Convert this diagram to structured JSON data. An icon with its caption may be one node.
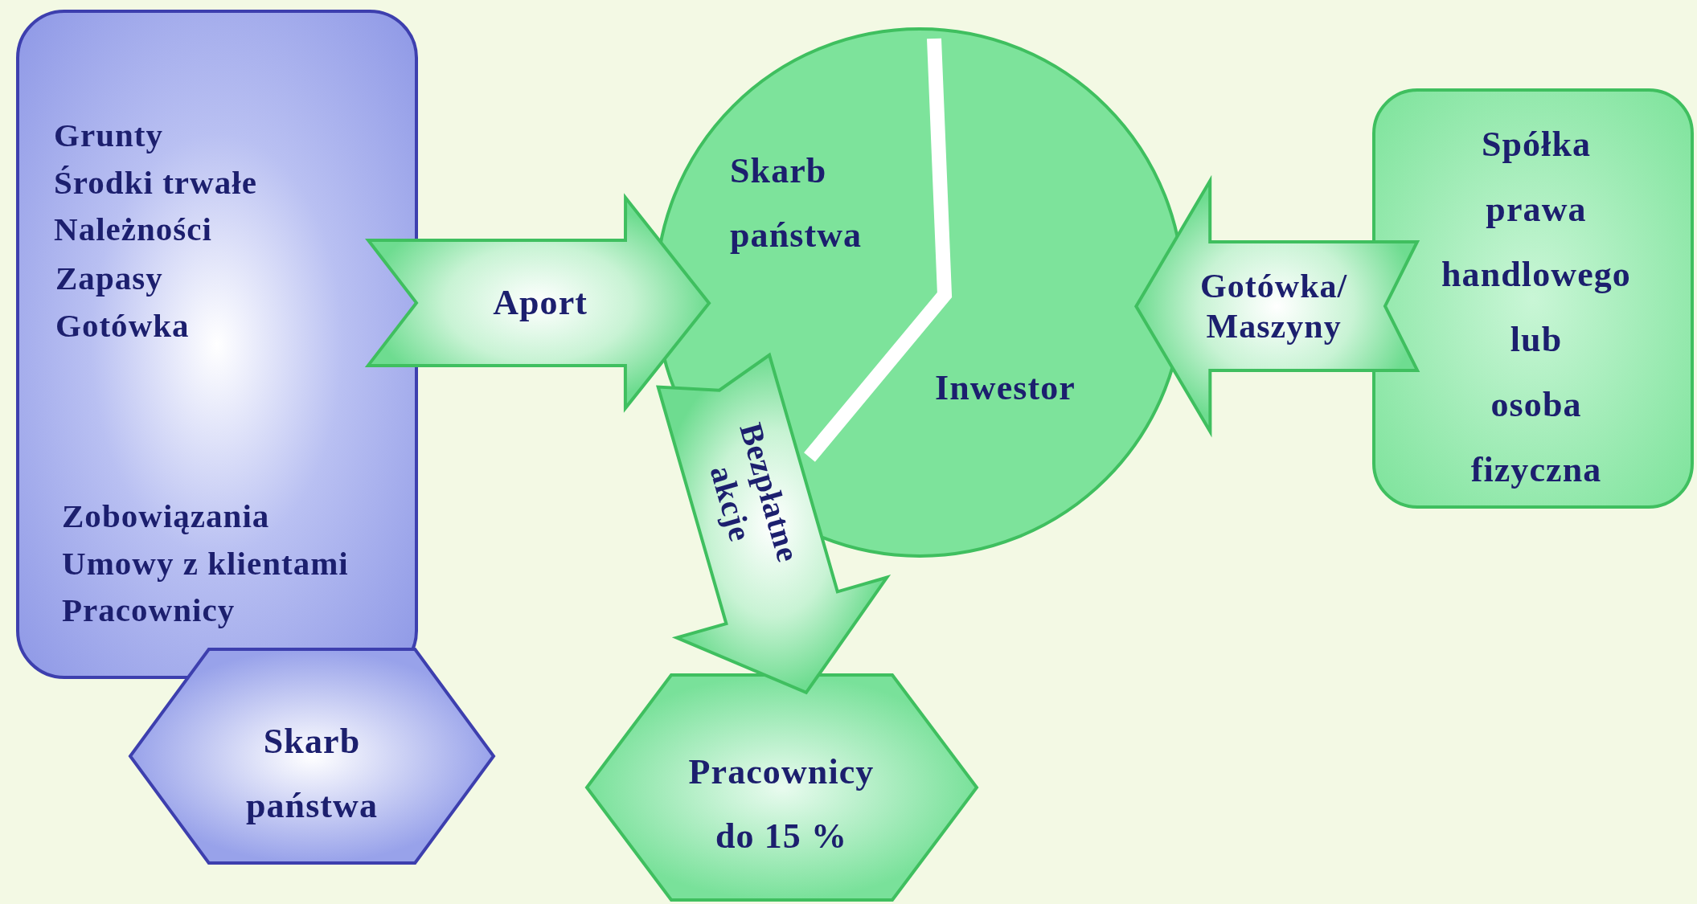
{
  "diagram": {
    "nodes": [
      {
        "text": [
          "Grunty",
          "Środki trwałe",
          "Należności",
          "Zapasy",
          "Gotówka",
          "Zobowiązania",
          "Umowy z klientami",
          "Pracownicy"
        ]
      },
      {
        "text": [
          "Skarb państwa"
        ]
      },
      {
        "text": [
          "Skarb państwa",
          "Inwestor"
        ]
      },
      {
        "text": [
          "Spółka prawa handlowego lub osoba fizyczna"
        ]
      },
      {
        "text": [
          "Pracownicy do 15 %"
        ]
      }
    ],
    "edges": [
      {
        "from": 0,
        "to": 2,
        "arrow": "to",
        "label": "Aport"
      },
      {
        "from": 3,
        "to": 2,
        "arrow": "to",
        "label": "Gotówka/ Maszyny"
      },
      {
        "from": 2,
        "to": 4,
        "arrow": "to",
        "label": "Bezpłatne akcje"
      }
    ]
  }
}
